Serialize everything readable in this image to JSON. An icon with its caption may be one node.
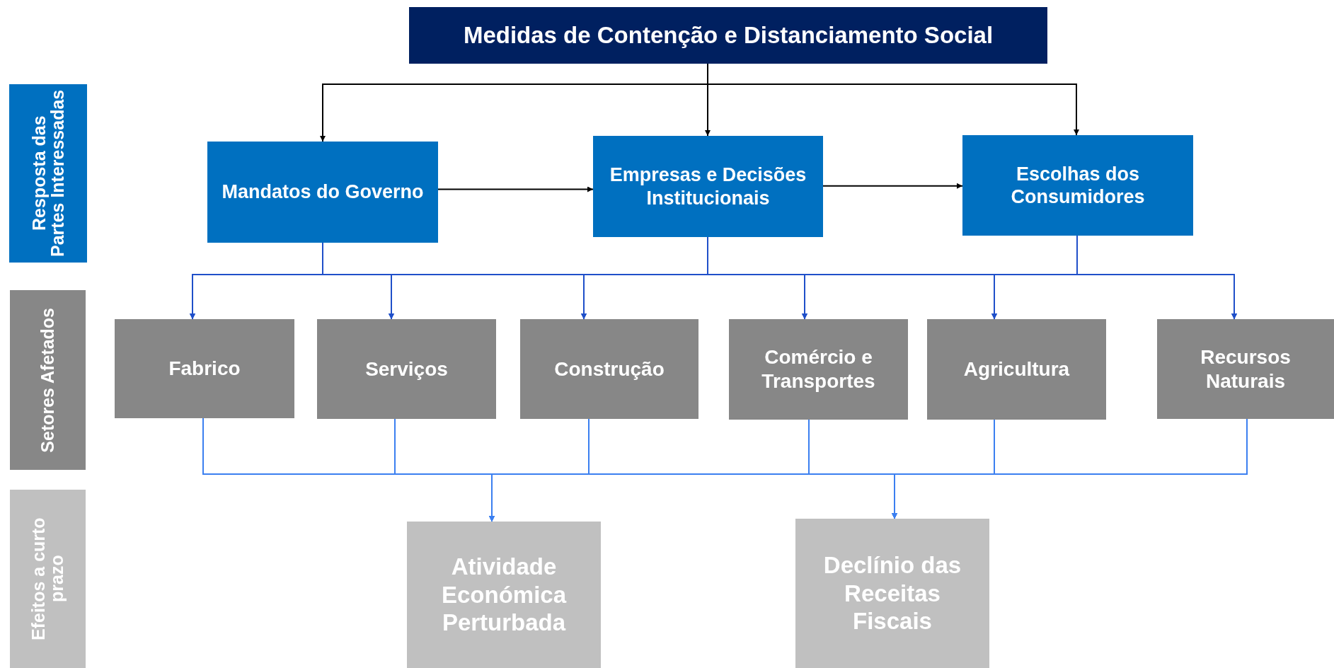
{
  "diagram": {
    "nodes": [
      {
        "text": [
          "Medidas de Contenção e Distanciamento Social"
        ]
      },
      {
        "text": [
          "Resposta das Partes Interessadas"
        ]
      },
      {
        "text": [
          "Mandatos do Governo"
        ]
      },
      {
        "text": [
          "Empresas e Decisões Institucionais"
        ]
      },
      {
        "text": [
          "Escolhas dos Consumidores"
        ]
      },
      {
        "text": [
          "Setores Afetados"
        ]
      },
      {
        "text": [
          "Fabrico"
        ]
      },
      {
        "text": [
          "Serviços"
        ]
      },
      {
        "text": [
          "Construção"
        ]
      },
      {
        "text": [
          "Comércio e Transportes"
        ]
      },
      {
        "text": [
          "Agricultura"
        ]
      },
      {
        "text": [
          "Recursos Naturais"
        ]
      },
      {
        "text": [
          "Efeitos a curto prazo"
        ]
      },
      {
        "text": [
          "Atividade Económica Perturbada"
        ]
      },
      {
        "text": [
          "Declínio das Receitas Fiscais"
        ]
      }
    ],
    "edges": [
      {
        "from": 0,
        "to": 2,
        "arrow": "to",
        "color": "#000000"
      },
      {
        "from": 0,
        "to": 3,
        "arrow": "to",
        "color": "#000000"
      },
      {
        "from": 0,
        "to": 4,
        "arrow": "to",
        "color": "#000000"
      },
      {
        "from": 2,
        "to": 3,
        "arrow": "to",
        "color": "#000000"
      },
      {
        "from": 3,
        "to": 4,
        "arrow": "to",
        "color": "#000000"
      },
      {
        "from": 2,
        "to": 6,
        "arrow": "to"
      },
      {
        "from": 2,
        "to": 7,
        "arrow": "to"
      },
      {
        "from": 2,
        "to": 8,
        "arrow": "to"
      },
      {
        "from": 2,
        "to": 9,
        "arrow": "to"
      },
      {
        "from": 2,
        "to": 10,
        "arrow": "to"
      },
      {
        "from": 2,
        "to": 11,
        "arrow": "to"
      },
      {
        "from": 3,
        "to": 6,
        "arrow": "to"
      },
      {
        "from": 3,
        "to": 7,
        "arrow": "to"
      },
      {
        "from": 3,
        "to": 8,
        "arrow": "to"
      },
      {
        "from": 3,
        "to": 9,
        "arrow": "to"
      },
      {
        "from": 3,
        "to": 10,
        "arrow": "to"
      },
      {
        "from": 3,
        "to": 11,
        "arrow": "to"
      },
      {
        "from": 4,
        "to": 6,
        "arrow": "to"
      },
      {
        "from": 4,
        "to": 7,
        "arrow": "to"
      },
      {
        "from": 4,
        "to": 8,
        "arrow": "to"
      },
      {
        "from": 4,
        "to": 9,
        "arrow": "to"
      },
      {
        "from": 4,
        "to": 10,
        "arrow": "to"
      },
      {
        "from": 4,
        "to": 11,
        "arrow": "to"
      },
      {
        "from": 6,
        "to": 13,
        "arrow": "to",
        "color": "#3b7ff0"
      },
      {
        "from": 7,
        "to": 13,
        "arrow": "to",
        "color": "#3b7ff0"
      },
      {
        "from": 8,
        "to": 13,
        "arrow": "to",
        "color": "#3b7ff0"
      },
      {
        "from": 9,
        "to": 13,
        "arrow": "to",
        "color": "#3b7ff0"
      },
      {
        "from": 10,
        "to": 13,
        "arrow": "to",
        "color": "#3b7ff0"
      },
      {
        "from": 11,
        "to": 13,
        "arrow": "to",
        "color": "#3b7ff0"
      },
      {
        "from": 6,
        "to": 14,
        "arrow": "to",
        "color": "#3b7ff0"
      },
      {
        "from": 7,
        "to": 14,
        "arrow": "to",
        "color": "#3b7ff0"
      },
      {
        "from": 8,
        "to": 14,
        "arrow": "to",
        "color": "#3b7ff0"
      },
      {
        "from": 9,
        "to": 14,
        "arrow": "to",
        "color": "#3b7ff0"
      },
      {
        "from": 10,
        "to": 14,
        "arrow": "to",
        "color": "#3b7ff0"
      },
      {
        "from": 11,
        "to": 14,
        "arrow": "to",
        "color": "#3b7ff0"
      }
    ]
  }
}
